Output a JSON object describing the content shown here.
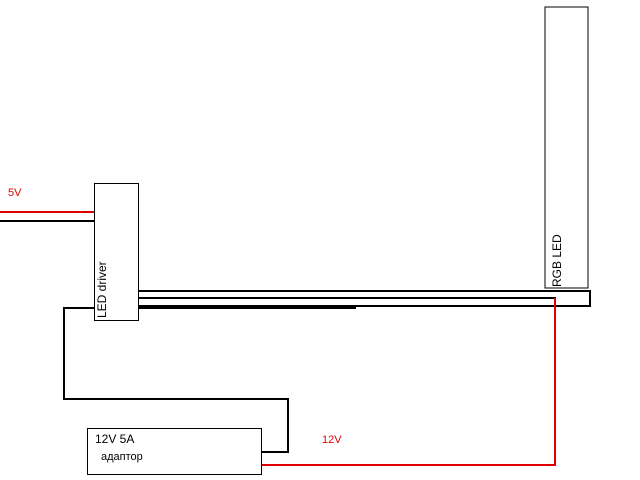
{
  "labels": {
    "voltage_5v": "5V",
    "voltage_12v": "12V",
    "adapter_rating": "12V 5A",
    "adapter_name": "адаптор",
    "driver_name": "LED driver",
    "strip_name": "RGB LED"
  },
  "colors": {
    "wire_black": "#000000",
    "wire_red": "#e00000",
    "outline": "#000000",
    "text_dark": "#000000",
    "text_red": "#e00000"
  }
}
